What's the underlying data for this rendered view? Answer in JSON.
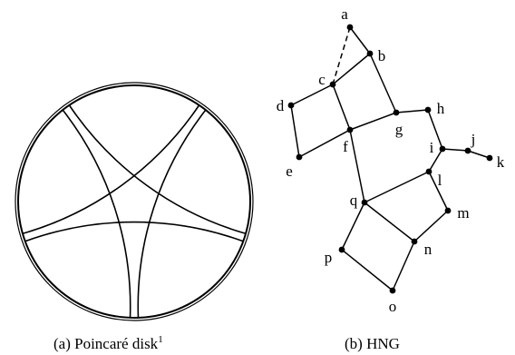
{
  "panels": {
    "left": {
      "caption": "(a) Poincaré disk",
      "caption_note": "1"
    },
    "right": {
      "caption": "(b) HNG",
      "nodes": [
        {
          "id": "a",
          "label": "a"
        },
        {
          "id": "b",
          "label": "b"
        },
        {
          "id": "c",
          "label": "c"
        },
        {
          "id": "d",
          "label": "d"
        },
        {
          "id": "e",
          "label": "e"
        },
        {
          "id": "f",
          "label": "f"
        },
        {
          "id": "g",
          "label": "g"
        },
        {
          "id": "h",
          "label": "h"
        },
        {
          "id": "i",
          "label": "i"
        },
        {
          "id": "j",
          "label": "j"
        },
        {
          "id": "k",
          "label": "k"
        },
        {
          "id": "l",
          "label": "l"
        },
        {
          "id": "m",
          "label": "m"
        },
        {
          "id": "n",
          "label": "n"
        },
        {
          "id": "o",
          "label": "o"
        },
        {
          "id": "p",
          "label": "p"
        },
        {
          "id": "q",
          "label": "q"
        }
      ],
      "edges": [
        {
          "from": "a",
          "to": "b",
          "style": "solid"
        },
        {
          "from": "a",
          "to": "c",
          "style": "dashed"
        },
        {
          "from": "b",
          "to": "c",
          "style": "solid"
        },
        {
          "from": "b",
          "to": "g",
          "style": "solid"
        },
        {
          "from": "c",
          "to": "d",
          "style": "solid"
        },
        {
          "from": "c",
          "to": "f",
          "style": "solid"
        },
        {
          "from": "d",
          "to": "e",
          "style": "solid"
        },
        {
          "from": "e",
          "to": "f",
          "style": "solid"
        },
        {
          "from": "f",
          "to": "g",
          "style": "solid"
        },
        {
          "from": "g",
          "to": "h",
          "style": "solid"
        },
        {
          "from": "h",
          "to": "i",
          "style": "solid"
        },
        {
          "from": "i",
          "to": "j",
          "style": "solid"
        },
        {
          "from": "j",
          "to": "k",
          "style": "solid"
        },
        {
          "from": "i",
          "to": "l",
          "style": "solid"
        },
        {
          "from": "f",
          "to": "q",
          "style": "solid"
        },
        {
          "from": "q",
          "to": "l",
          "style": "solid"
        },
        {
          "from": "l",
          "to": "m",
          "style": "solid"
        },
        {
          "from": "m",
          "to": "n",
          "style": "solid"
        },
        {
          "from": "q",
          "to": "n",
          "style": "solid"
        },
        {
          "from": "q",
          "to": "p",
          "style": "solid"
        },
        {
          "from": "p",
          "to": "o",
          "style": "solid"
        },
        {
          "from": "n",
          "to": "o",
          "style": "solid"
        }
      ]
    }
  },
  "colors": {
    "ink": "#000000",
    "background": "#ffffff"
  }
}
